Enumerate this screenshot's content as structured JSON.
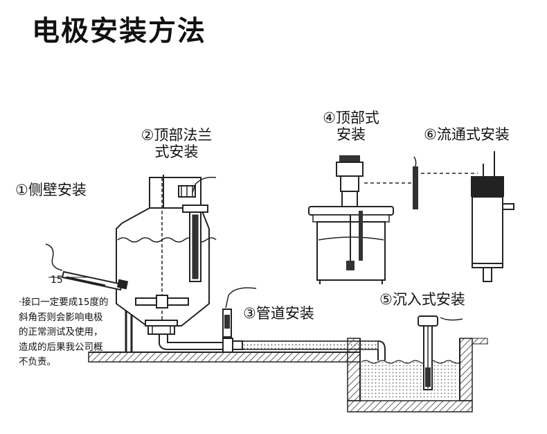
{
  "title": "电极安装方法",
  "methods": {
    "side_wall": "①侧壁安装",
    "top_flange_line1": "②顶部法兰",
    "top_flange_line2": "式安装",
    "pipeline": "③管道安装",
    "top_line1": "④顶部式",
    "top_line2": "安装",
    "immersion": "⑤沉入式安装",
    "flow_through": "⑥流通式安装"
  },
  "angle_label": "15°",
  "note_lines": [
    "·接口一定要成15度的",
    "斜角否则会影响电极",
    "的正常测试及使用，",
    "造成的后果我公司概",
    "不负责。"
  ]
}
